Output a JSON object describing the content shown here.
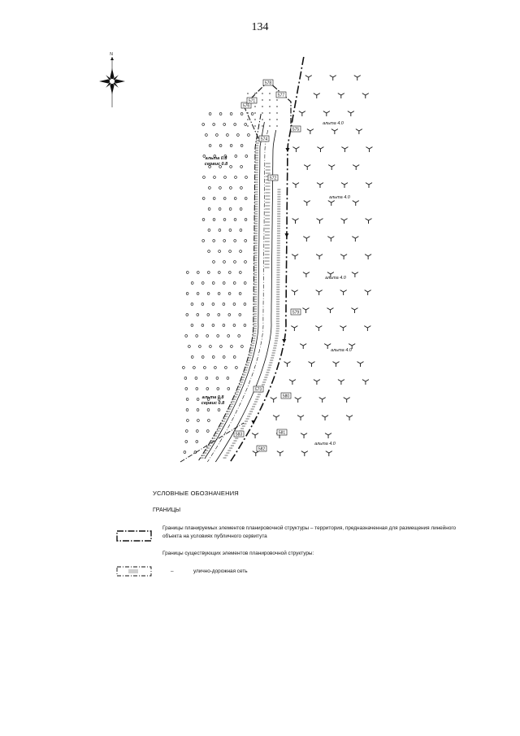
{
  "page_number": "134",
  "compass": {
    "north": "N",
    "icon": "compass-rose-icon"
  },
  "map": {
    "area_labels": [
      "альта 4.0",
      "альта 4.0",
      "альта 4.0",
      "альта 4.0",
      "альта 4.0"
    ],
    "left_labels": [
      "альта 0.8",
      "сервис 0.8",
      "альта 0.8",
      "сервис 0.8"
    ],
    "point_labels": [
      "578",
      "577",
      "576",
      "575",
      "574",
      "579",
      "573",
      "580",
      "581",
      "582",
      "583",
      "571",
      "572"
    ],
    "colors": {
      "line": "#111111",
      "marker": "#111111"
    }
  },
  "legend": {
    "title": "УСЛОВНЫЕ ОБОЗНАЧЕНИЯ",
    "section": "ГРАНИЦЫ",
    "item1_text": "Границы планируемых элементов планировочной структуры – территория, предназначенная для размещения линейного объекта на условиях публичного сервитута",
    "item2_header": "Границы существующих элементов планировочной структуры:",
    "item2_dash": "–",
    "item2_text": "улично-дорожная сеть"
  }
}
